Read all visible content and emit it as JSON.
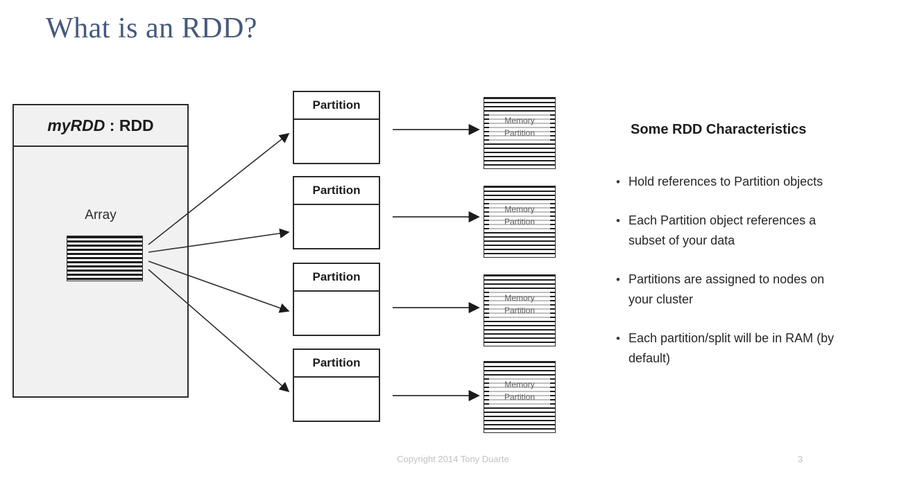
{
  "slide": {
    "title": "What is an RDD?",
    "title_color": "#45597d",
    "page_number": "3",
    "copyright": "Copyright 2014 Tony Duarte"
  },
  "rdd_object": {
    "header_italic": "myRDD",
    "header_rest": " : RDD",
    "field_label": "Array",
    "fill_color": "#f1f1f1",
    "border_color": "#2b2b2b"
  },
  "partitions": [
    {
      "label": "Partition"
    },
    {
      "label": "Partition"
    },
    {
      "label": "Partition"
    },
    {
      "label": "Partition"
    }
  ],
  "memory_partitions": [
    {
      "line1": "Memory",
      "line2": "Partition"
    },
    {
      "line1": "Memory",
      "line2": "Partition"
    },
    {
      "line1": "Memory",
      "line2": "Partition"
    },
    {
      "line1": "Memory",
      "line2": "Partition"
    }
  ],
  "characteristics": {
    "heading": "Some RDD Characteristics",
    "bullet_glyph": "•",
    "items": [
      "Hold references to Partition objects",
      "Each Partition object references a subset of your data",
      "Partitions are assigned to nodes on your cluster",
      "Each partition/split will be in RAM (by default)"
    ]
  }
}
